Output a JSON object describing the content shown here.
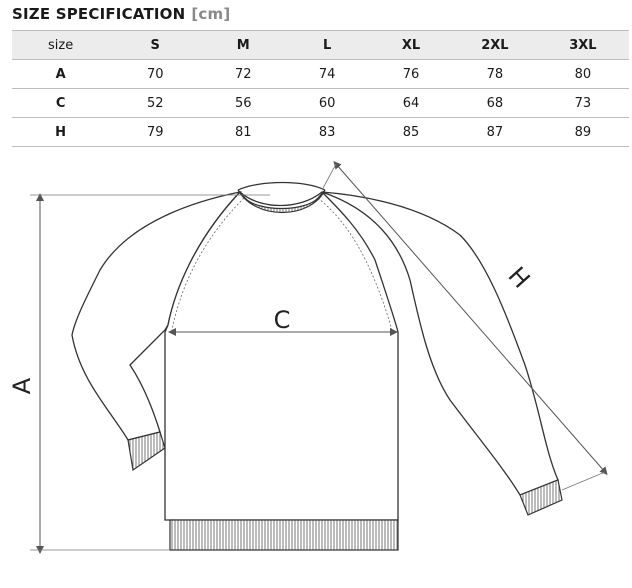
{
  "header": {
    "title": "SIZE SPECIFICATION",
    "unit": "[cm]"
  },
  "table": {
    "corner_label": "size",
    "columns": [
      "S",
      "M",
      "L",
      "XL",
      "2XL",
      "3XL"
    ],
    "rows": [
      {
        "label": "A",
        "values": [
          "70",
          "72",
          "74",
          "76",
          "78",
          "80"
        ]
      },
      {
        "label": "C",
        "values": [
          "52",
          "56",
          "60",
          "64",
          "68",
          "73"
        ]
      },
      {
        "label": "H",
        "values": [
          "79",
          "81",
          "83",
          "85",
          "87",
          "89"
        ]
      }
    ]
  },
  "diagram": {
    "label_a": "A",
    "label_c": "C",
    "label_h": "H"
  }
}
